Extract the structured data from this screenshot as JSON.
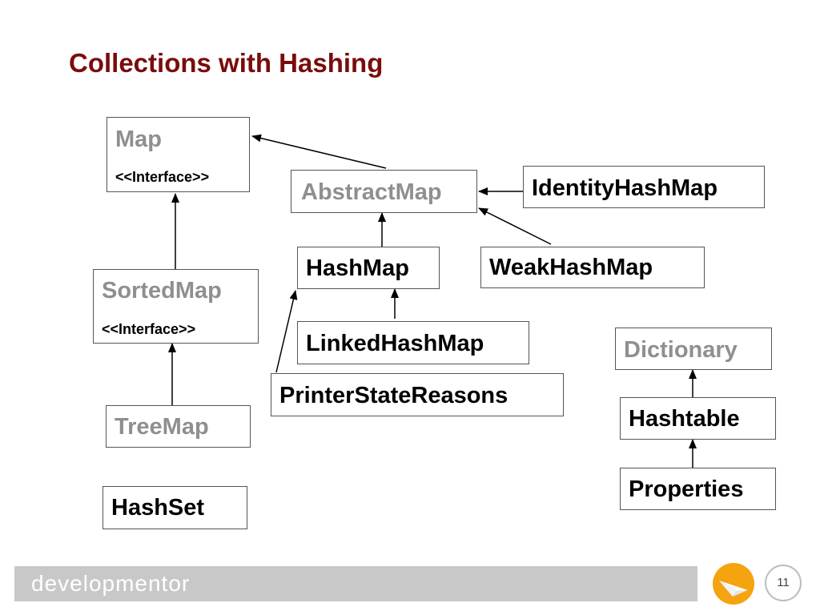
{
  "slide": {
    "title": "Collections with Hashing",
    "page_number": "11"
  },
  "nodes": {
    "map": {
      "name": "Map",
      "stereotype": "<<Interface>>"
    },
    "sorted_map": {
      "name": "SortedMap",
      "stereotype": "<<Interface>>"
    },
    "tree_map": {
      "name": "TreeMap"
    },
    "hash_set": {
      "name": "HashSet"
    },
    "abstract_map": {
      "name": "AbstractMap"
    },
    "identity_hash_map": {
      "name": "IdentityHashMap"
    },
    "hash_map": {
      "name": "HashMap"
    },
    "weak_hash_map": {
      "name": "WeakHashMap"
    },
    "linked_hash_map": {
      "name": "LinkedHashMap"
    },
    "printer_state_reasons": {
      "name": "PrinterStateReasons"
    },
    "dictionary": {
      "name": "Dictionary"
    },
    "hashtable": {
      "name": "Hashtable"
    },
    "properties": {
      "name": "Properties"
    }
  },
  "footer": {
    "brand": "developmentor",
    "logo_icon": "paper-plane-icon",
    "accent_color": "#f5a30f",
    "bar_color": "#c8c8c8",
    "title_color": "#7a0c0c"
  }
}
